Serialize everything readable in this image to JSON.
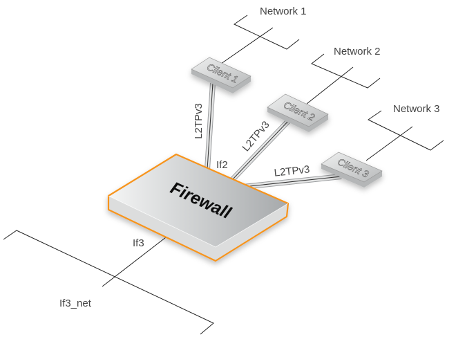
{
  "firewall": {
    "label": "Firewall",
    "accent_color": "#f7941d"
  },
  "clients": [
    {
      "label": "Client 1"
    },
    {
      "label": "Client 2"
    },
    {
      "label": "Client 3"
    }
  ],
  "networks": [
    {
      "label": "Network 1"
    },
    {
      "label": "Network 2"
    },
    {
      "label": "Network 3"
    },
    {
      "label": "If3_net"
    }
  ],
  "tunnels": [
    {
      "label": "L2TPv3"
    },
    {
      "label": "L2TPv3"
    },
    {
      "label": "L2TPv3"
    }
  ],
  "interfaces": {
    "if2": "If2",
    "if3": "If3"
  }
}
